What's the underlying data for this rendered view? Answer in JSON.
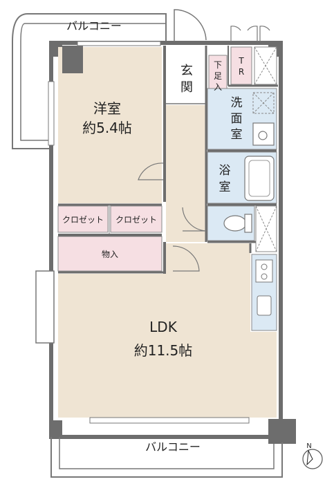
{
  "rooms": {
    "western": {
      "name": "洋室",
      "size": "約5.4帖"
    },
    "ldk": {
      "name": "LDK",
      "size": "約11.5帖"
    },
    "entrance": {
      "line1": "玄",
      "line2": "関"
    },
    "shoe_box": {
      "line1": "下",
      "line2": "足",
      "line3": "入"
    },
    "tr": {
      "line1": "T",
      "line2": "R"
    },
    "washroom": {
      "line1": "洗",
      "line2": "面",
      "line3": "室"
    },
    "bathroom": {
      "line1": "浴",
      "line2": "室"
    },
    "closet_1": "クロゼット",
    "closet_2": "クロゼット",
    "storage": "物入"
  },
  "balcony_top": "バルコニー",
  "balcony_bottom": "バルコニー",
  "compass": "N",
  "colors": {
    "wall": "#6d6d6d",
    "western_floor": "#efe4d3",
    "ldk_floor": "#efe4d3",
    "wet_area": "#dbe9f4",
    "closet": "#f6dfe3",
    "balcony_line": "#777777"
  }
}
